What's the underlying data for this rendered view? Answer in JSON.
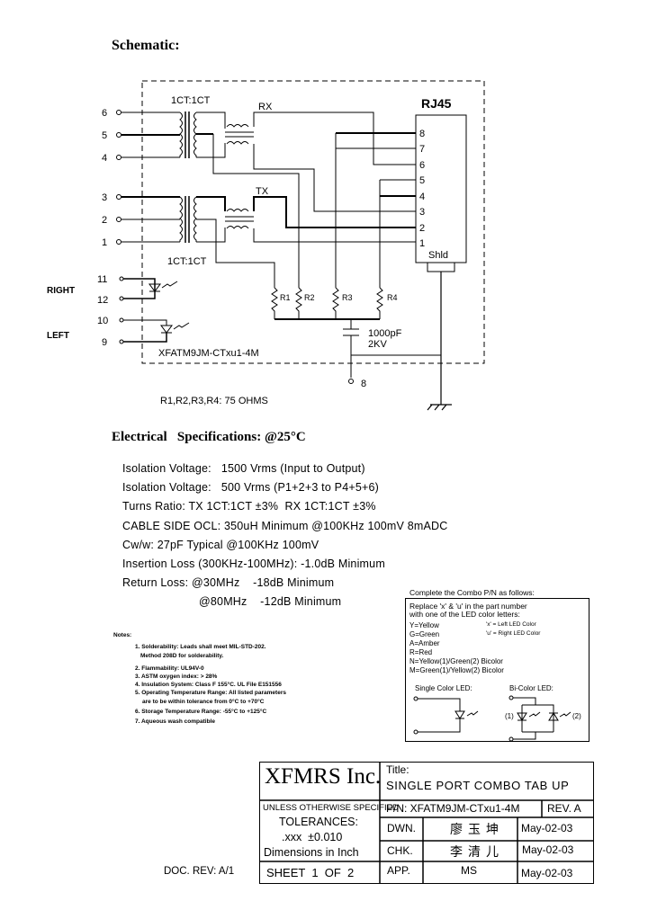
{
  "schematic": {
    "heading": "Schematic:",
    "xfmr_label_top": "1CT:1CT",
    "xfmr_label_bottom": "1CT:1CT",
    "rx_label": "RX",
    "tx_label": "TX",
    "connector_label": "RJ45",
    "shield_label": "Shld",
    "left_pins": [
      "6",
      "5",
      "4",
      "3",
      "2",
      "1"
    ],
    "rj45_pins": [
      "8",
      "7",
      "6",
      "5",
      "4",
      "3",
      "2",
      "1"
    ],
    "led_pins": [
      "11",
      "12",
      "10",
      "9"
    ],
    "right_label": "RIGHT",
    "left_label": "LEFT",
    "resistors": [
      "R1",
      "R2",
      "R3",
      "R4"
    ],
    "cap_value": "1000pF",
    "cap_voltage": "2KV",
    "ground_pin": "8",
    "part_number": "XFATM9JM-CTxu1-4M",
    "resistor_note": "R1,R2,R3,R4: 75 OHMS"
  },
  "electrical": {
    "heading": "Electrical   Specifications: @25°C",
    "lines": [
      "Isolation Voltage:   1500 Vrms (Input to Output)",
      "Isolation Voltage:   500 Vrms (P1+2+3 to P4+5+6)",
      "Turns Ratio: TX 1CT:1CT ±3%  RX 1CT:1CT ±3%",
      "CABLE SIDE OCL: 350uH Minimum @100KHz 100mV 8mADC",
      "Cw/w: 27pF Typical @100KHz 100mV",
      "Insertion Loss (300KHz-100MHz): -1.0dB Minimum",
      "Return Loss: @30MHz    -18dB Minimum"
    ],
    "return_loss_2": "@80MHz    -12dB Minimum"
  },
  "notes": {
    "heading": "Notes:",
    "items": [
      "1. Solderability: Leads shall meet MIL-STD-202.",
      "Method 208D for solderability.",
      "2. Flammability: UL94V-0",
      "3. ASTM oxygen index: > 28%",
      "4. Insulation System: Class F 155°C. UL File E151556",
      "5. Operating Temperature Range: All listed parameters",
      "are to be within tolerance from 0°C to +70°C",
      "6. Storage Temperature Range: -55°C to +125°C",
      "7. Aqueous wash compatible"
    ]
  },
  "led_box": {
    "title": "Complete the Combo P/N as follows:",
    "intro_1": "Replace 'x' & 'u' in the part number",
    "intro_2": "with one of the LED color letters:",
    "colors": [
      "Y=Yellow",
      "G=Green",
      "A=Amber",
      "R=Red",
      "N=Yellow(1)/Green(2) Bicolor",
      "M=Green(1)/Yellow(2) Bicolor"
    ],
    "x_def": "'x' = Left LED Color",
    "u_def": "'u' = Right LED Color",
    "single_label": "Single Color LED:",
    "bi_label": "Bi-Color LED:",
    "bi_1": "(1)",
    "bi_2": "(2)"
  },
  "title_block": {
    "company": "XFMRS Inc.",
    "title_label": "Title:",
    "title": "SINGLE PORT COMBO TAB UP",
    "unless": "UNLESS OTHERWISE SPECIFIED",
    "pn": "P/N: XFATM9JM-CTxu1-4M",
    "rev": "REV. A",
    "tolerances": "TOLERANCES:",
    "tol_value": ".xxx  ±0.010",
    "dimensions": "Dimensions in Inch",
    "sheet": "SHEET  1  OF  2",
    "dwn": "DWN.",
    "chk": "CHK.",
    "app": "APP.",
    "dwn_sig": "廖玉坤",
    "chk_sig": "李清儿",
    "app_name": "MS",
    "dwn_date": "May-02-03",
    "chk_date": "May-02-03",
    "app_date": "May-02-03",
    "doc_rev": "DOC. REV: A/1"
  }
}
